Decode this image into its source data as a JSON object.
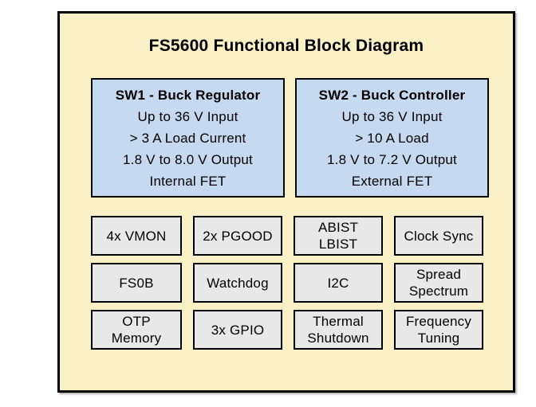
{
  "diagram": {
    "title": "FS5600 Functional Block Diagram",
    "colors": {
      "frame_bg": "#FAF0C6",
      "block_blue": "#C5D9F0",
      "block_gray": "#E8E8E8",
      "border": "#000000"
    },
    "sw_blocks": [
      {
        "name": "sw1-buck-regulator",
        "title": "SW1 - Buck Regulator",
        "lines": [
          "Up to 36 V Input",
          "> 3 A Load Current",
          "1.8 V to 8.0 V Output",
          "Internal FET"
        ]
      },
      {
        "name": "sw2-buck-controller",
        "title": "SW2 - Buck Controller",
        "lines": [
          "Up to 36 V Input",
          "> 10 A Load",
          "1.8 V to 7.2 V Output",
          "External FET"
        ]
      }
    ],
    "feature_blocks": [
      {
        "name": "vmon",
        "lines": [
          "4x VMON"
        ]
      },
      {
        "name": "pgood",
        "lines": [
          "2x PGOOD"
        ]
      },
      {
        "name": "abist-lbist",
        "lines": [
          "ABIST",
          "LBIST"
        ]
      },
      {
        "name": "clock-sync",
        "lines": [
          "Clock Sync"
        ]
      },
      {
        "name": "fs0b",
        "lines": [
          "FS0B"
        ]
      },
      {
        "name": "watchdog",
        "lines": [
          "Watchdog"
        ]
      },
      {
        "name": "i2c",
        "lines": [
          "I2C"
        ]
      },
      {
        "name": "spread-spectrum",
        "lines": [
          "Spread",
          "Spectrum"
        ]
      },
      {
        "name": "otp-memory",
        "lines": [
          "OTP",
          "Memory"
        ]
      },
      {
        "name": "gpio",
        "lines": [
          "3x GPIO"
        ]
      },
      {
        "name": "thermal-shutdown",
        "lines": [
          "Thermal",
          "Shutdown"
        ]
      },
      {
        "name": "frequency-tuning",
        "lines": [
          "Frequency",
          "Tuning"
        ]
      }
    ]
  }
}
